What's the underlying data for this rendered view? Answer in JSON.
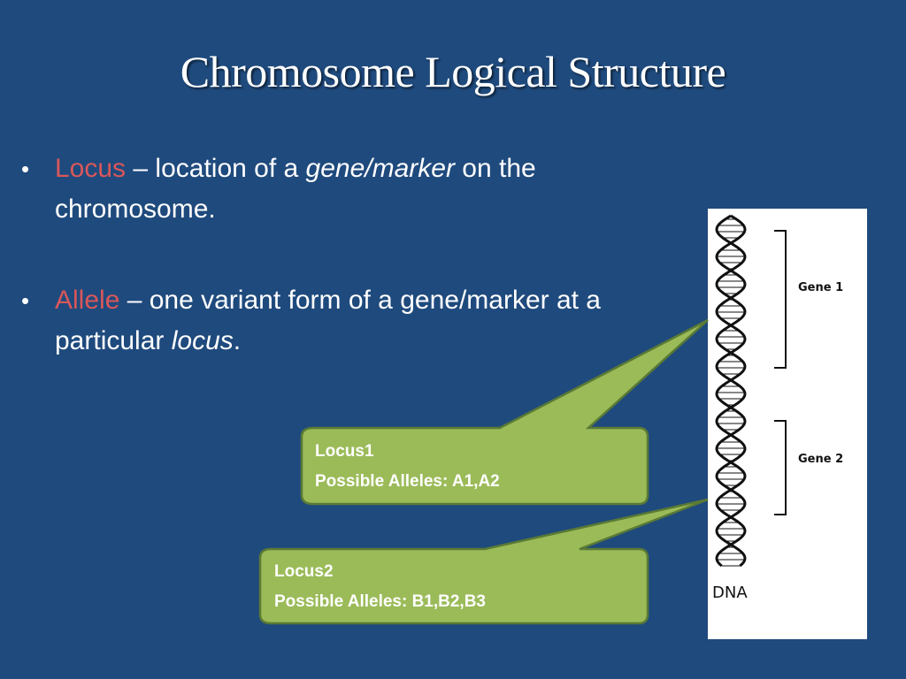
{
  "slide": {
    "title": "Chromosome Logical Structure"
  },
  "bullets": [
    {
      "term": "Locus",
      "text_a": " – location of a ",
      "italic": "gene/marker",
      "text_b": " on the chromosome."
    },
    {
      "term": "Allele",
      "text_a": " – one variant form of a gene/marker at a particular ",
      "italic": "locus",
      "text_b": "."
    }
  ],
  "callouts": [
    {
      "line1": "Locus1",
      "line2": "Possible Alleles: A1,A2"
    },
    {
      "line1": "Locus2",
      "line2": "Possible Alleles: B1,B2,B3"
    }
  ],
  "diagram": {
    "gene1_label": "Gene 1",
    "gene2_label": "Gene 2",
    "dna_label": "DNA"
  },
  "colors": {
    "background": "#1f4a7d",
    "term": "#d9575a",
    "callout_fill": "#9bbb59",
    "callout_border": "#5a7a35"
  }
}
